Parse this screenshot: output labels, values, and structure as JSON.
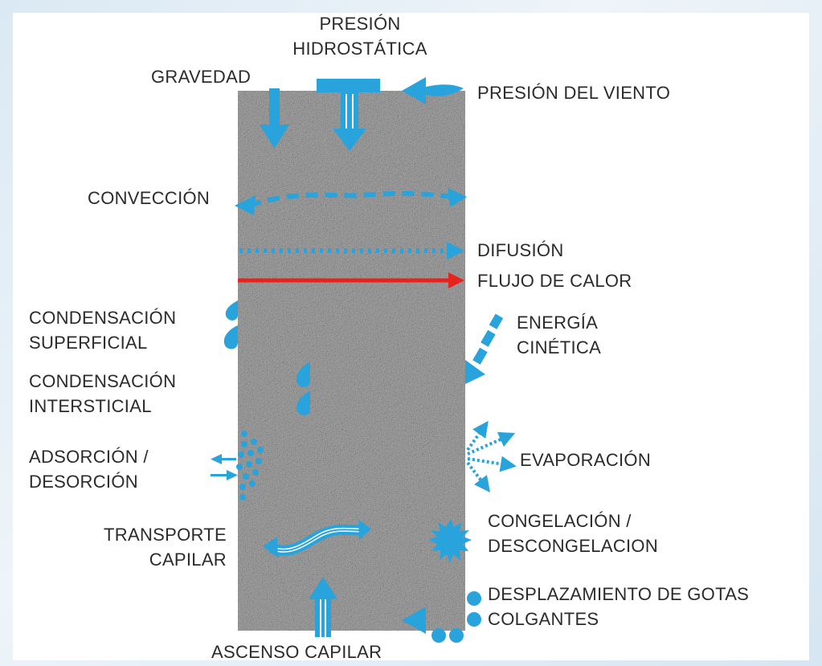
{
  "colors": {
    "arrow": "#29a3dc",
    "heat_flow": "#e8221c",
    "wall": "#9b9b9b",
    "text": "#2b2b2b"
  },
  "labels": {
    "presion_hidrostatica": [
      "PRESIÓN",
      "HIDROSTÁTICA"
    ],
    "gravedad": "GRAVEDAD",
    "presion_viento": "PRESIÓN DEL VIENTO",
    "conveccion": "CONVECCIÓN",
    "difusion": "DIFUSIÓN",
    "flujo_calor": "FLUJO DE CALOR",
    "condensacion_superficial": [
      "CONDENSACIÓN",
      "SUPERFICIAL"
    ],
    "energia_cinetica": [
      "ENERGÍA",
      "CINÉTICA"
    ],
    "condensacion_intersticial": [
      "CONDENSACIÓN",
      "INTERSTICIAL"
    ],
    "adsorcion": [
      "ADSORCIÓN /",
      "DESORCIÓN"
    ],
    "evaporacion": "EVAPORACIÓN",
    "transporte_capilar": [
      "TRANSPORTE",
      "CAPILAR"
    ],
    "congelacion": [
      "CONGELACIÓN /",
      "DESCONGELACION"
    ],
    "desplazamiento": [
      "DESPLAZAMIENTO DE GOTAS",
      "COLGANTES"
    ],
    "ascenso_capilar": "ASCENSO CAPILAR"
  }
}
